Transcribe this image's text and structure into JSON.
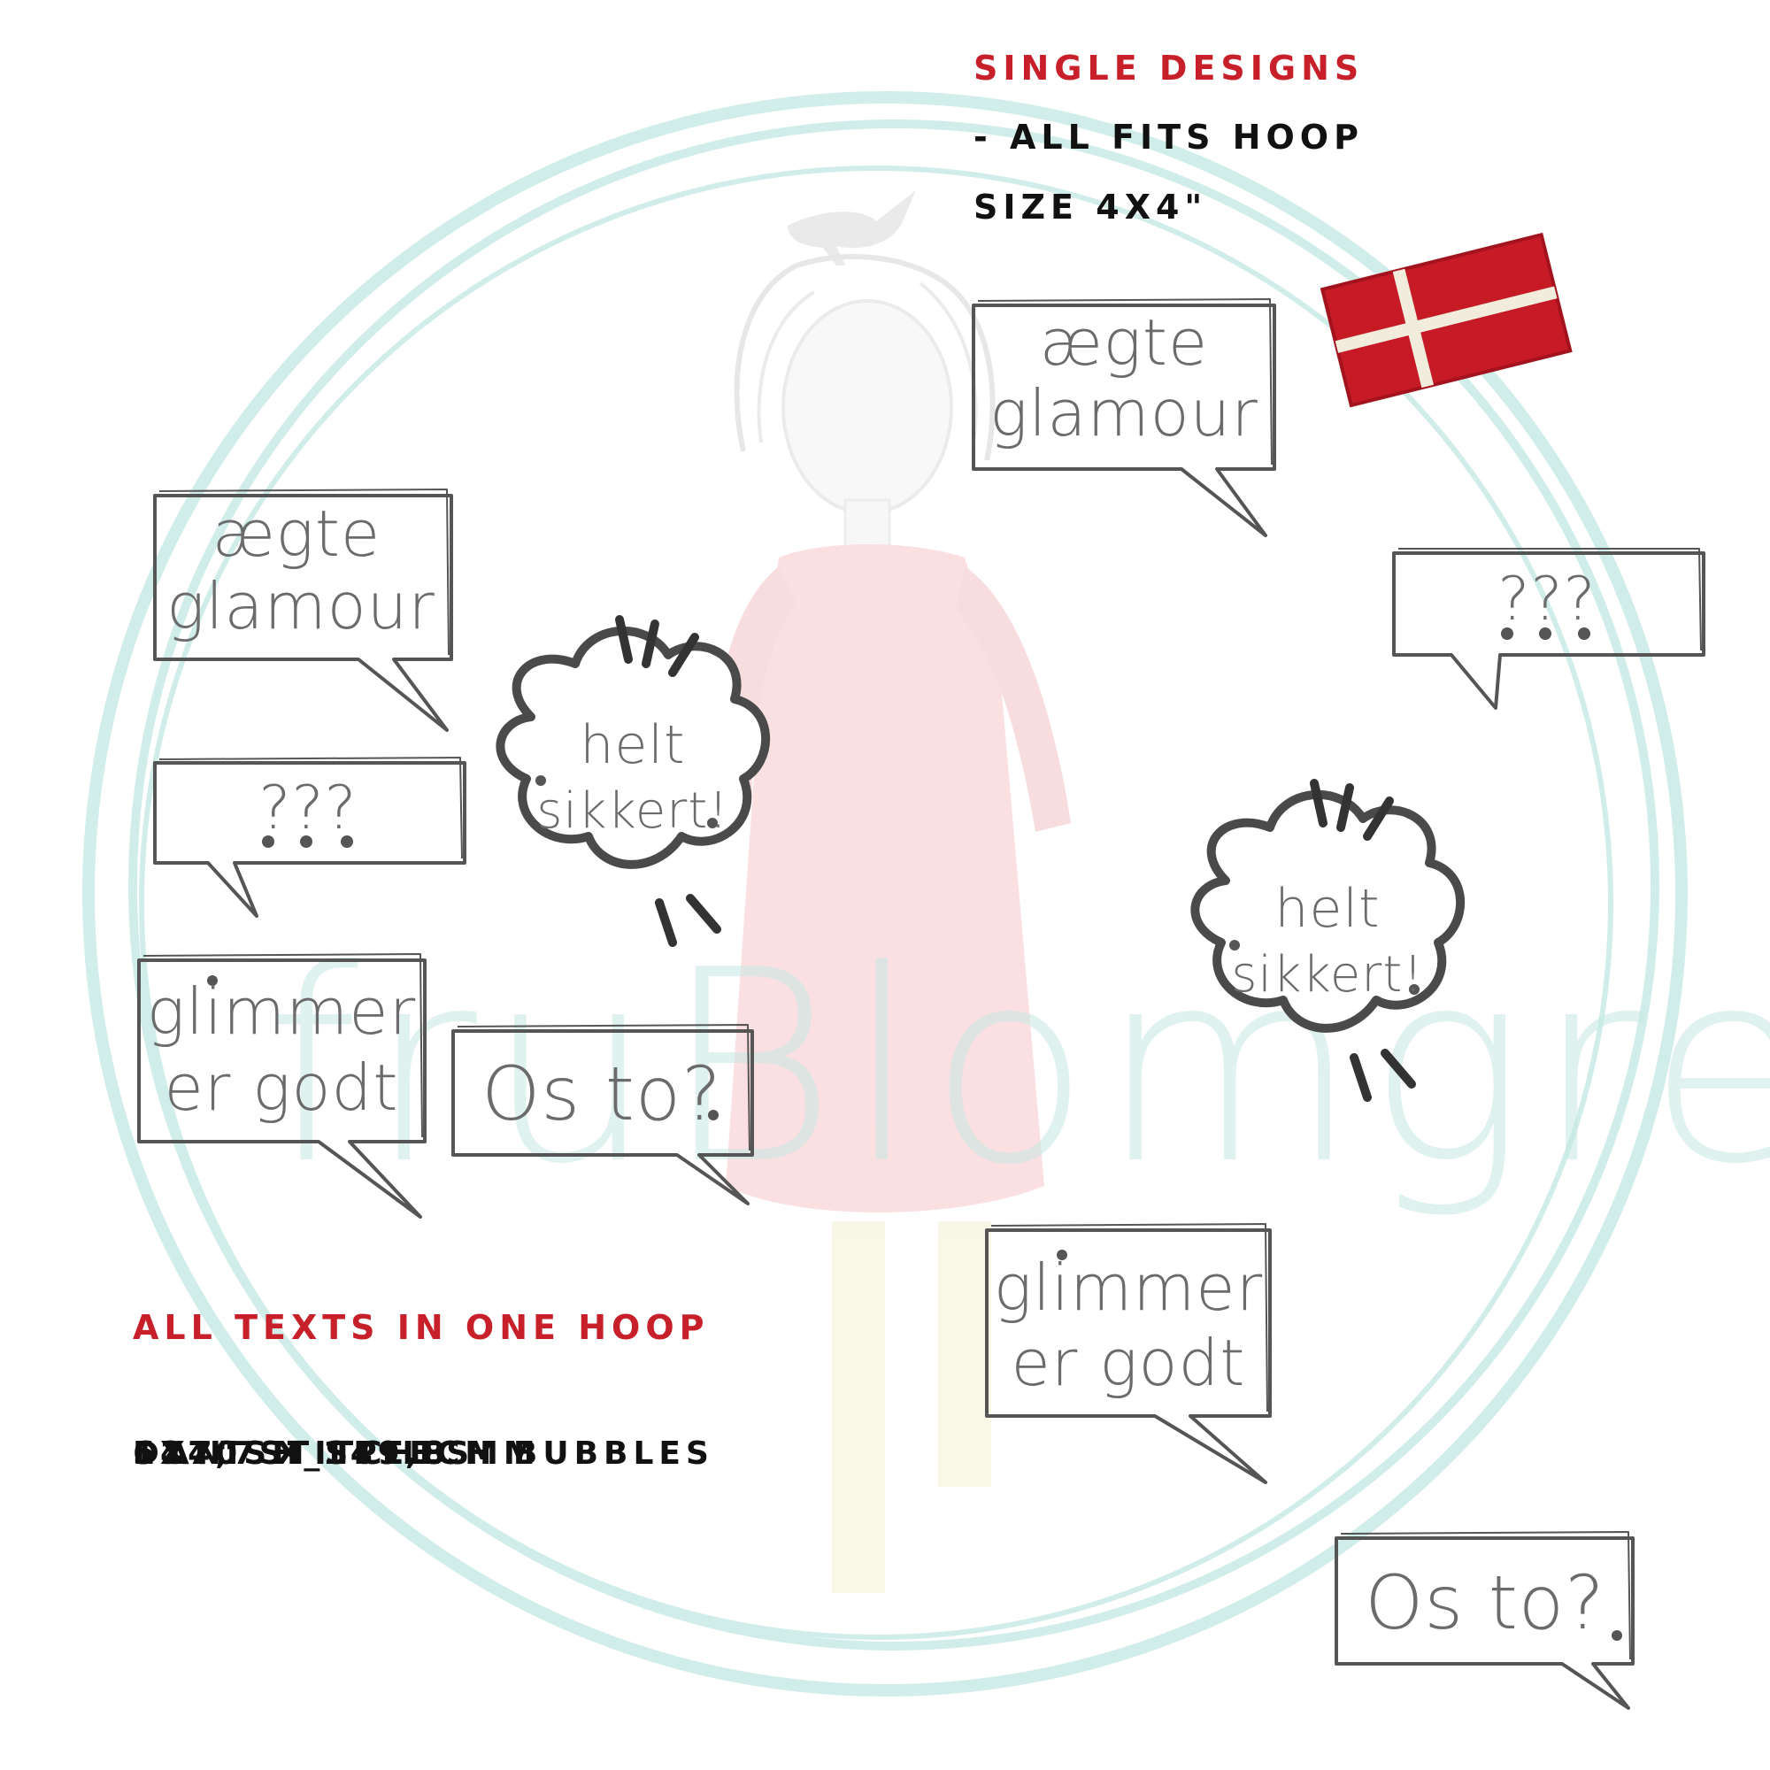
{
  "watermark": {
    "text": "fruBlomgren"
  },
  "single_designs": {
    "title": "Single designs",
    "line1": "- all fits hoop",
    "line2": "size 4x4\""
  },
  "all_in_one": {
    "title": "All texts in one hoop"
  },
  "design_info": {
    "name": "Danish_Speech Bubbles",
    "dimensions": "127,7 x 149,8 mm",
    "hoop": "5x7\"",
    "stitches": "6440 stitches"
  },
  "bubbles": {
    "aegte_glamour": {
      "line1": "ægte",
      "line2": "glamour"
    },
    "question": {
      "text": "???"
    },
    "helt_sikkert": {
      "line1": "helt",
      "line2": "sikkert!"
    },
    "glimmer": {
      "line1": "glimmer",
      "line2": "er godt"
    },
    "os_to": {
      "text": "Os to?"
    }
  },
  "colors": {
    "accent_red": "#c8202a",
    "outline_gray": "#555555",
    "watermark_teal": "#bfe6e1",
    "figure_pink": "#f4c9cc"
  }
}
